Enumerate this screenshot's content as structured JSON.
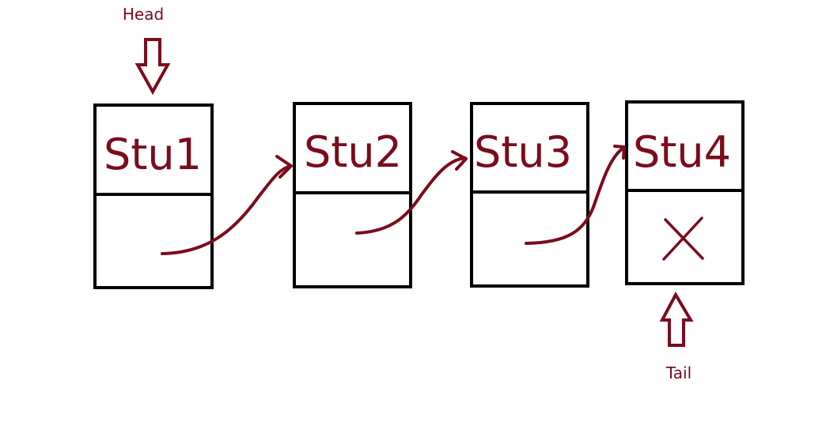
{
  "colors": {
    "accent": "#7a0c1c",
    "outline": "#000000",
    "background": "#ffffff"
  },
  "head": {
    "label": "Head"
  },
  "tail": {
    "label": "Tail"
  },
  "nodes": [
    {
      "label": "Stu1",
      "next": "pointer-to-stu2"
    },
    {
      "label": "Stu2",
      "next": "pointer-to-stu3"
    },
    {
      "label": "Stu3",
      "next": "pointer-to-stu4"
    },
    {
      "label": "Stu4",
      "next": "null-x-icon"
    }
  ]
}
